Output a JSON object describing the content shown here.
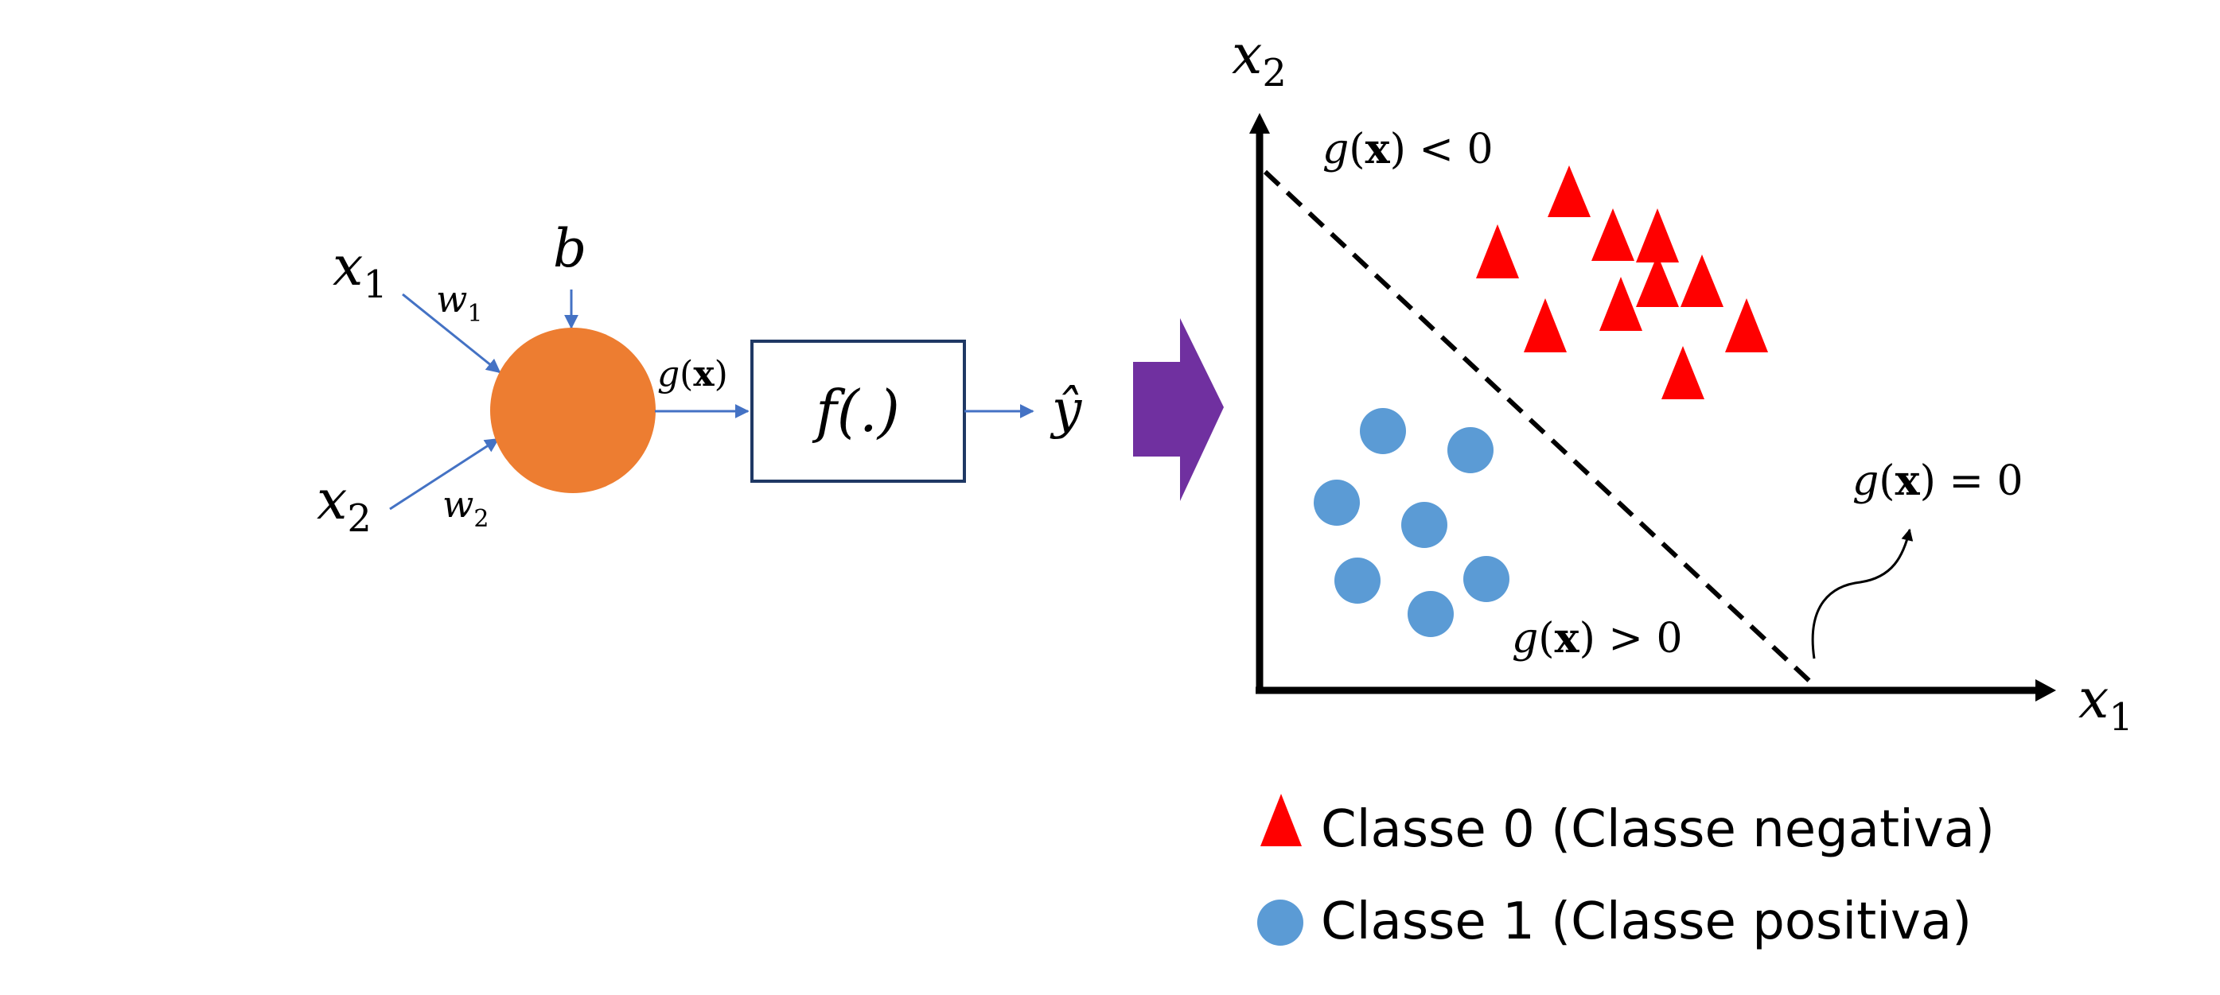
{
  "neuron": {
    "input1": {
      "var": "x",
      "sub": "1"
    },
    "input2": {
      "var": "x",
      "sub": "2"
    },
    "weight1": {
      "var": "w",
      "sub": "1"
    },
    "weight2": {
      "var": "w",
      "sub": "2"
    },
    "bias": "b",
    "g_fn": "g",
    "g_x": "x",
    "activation": "f(.)",
    "output": "ŷ"
  },
  "plot": {
    "x_axis": {
      "var": "x",
      "sub": "1"
    },
    "y_axis": {
      "var": "x",
      "sub": "2"
    },
    "region_negative": {
      "fn": "g",
      "arg": "x",
      "relation": " < 0"
    },
    "region_positive": {
      "fn": "g",
      "arg": "x",
      "relation": " > 0"
    },
    "boundary": {
      "fn": "g",
      "arg": "x",
      "relation": " = 0"
    }
  },
  "legend": {
    "class0": "Classe 0 (Classe negativa)",
    "class1": "Classe 1 (Classe positiva)"
  },
  "colors": {
    "neuron": "#ED7D31",
    "arrows": "#4472C4",
    "box_border": "#1F3864",
    "big_arrow": "#7030A0",
    "class0": "#FF0000",
    "class1": "#5B9BD5"
  }
}
